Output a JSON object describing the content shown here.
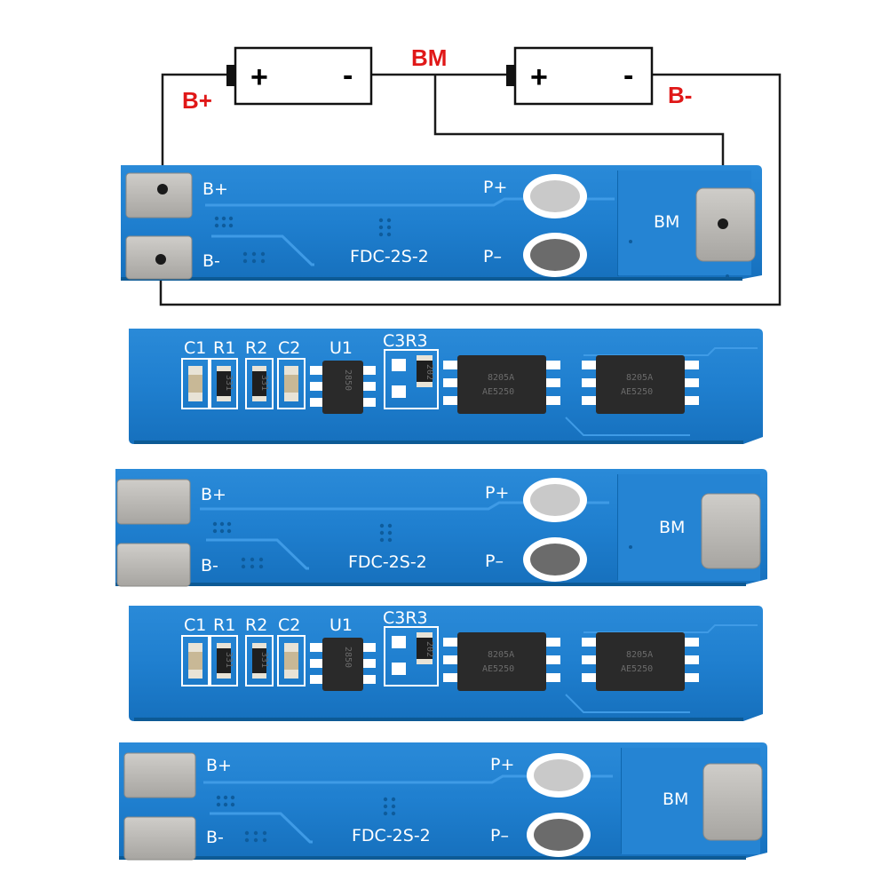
{
  "diagram": {
    "labels": {
      "b_plus": "B+",
      "bm": "BM",
      "b_minus": "B-"
    },
    "battery_left": {
      "plus": "+",
      "minus": "-"
    },
    "battery_right": {
      "plus": "+",
      "minus": "-"
    }
  },
  "board_back": {
    "b_plus": "B+",
    "b_minus": "B-",
    "p_plus": "P+",
    "p_minus": "P–",
    "bm": "BM",
    "model": "FDC-2S-2"
  },
  "board_front": {
    "c1": "C1",
    "r1": "R1",
    "r2": "R2",
    "c2": "C2",
    "u1": "U1",
    "c3r3": "C3R3",
    "r1_code": "331",
    "r2_code": "331",
    "r3_code": "202",
    "u1_code": "2850",
    "mos1_line1": "8205A",
    "mos1_line2": "AE5250",
    "mos2_line1": "8205A",
    "mos2_line2": "AE5250"
  },
  "colors": {
    "pcb": "#1f7fcf",
    "pcb_dark": "#0f5f9c",
    "pad": "#b8b6b2",
    "label_red": "#e01818"
  }
}
